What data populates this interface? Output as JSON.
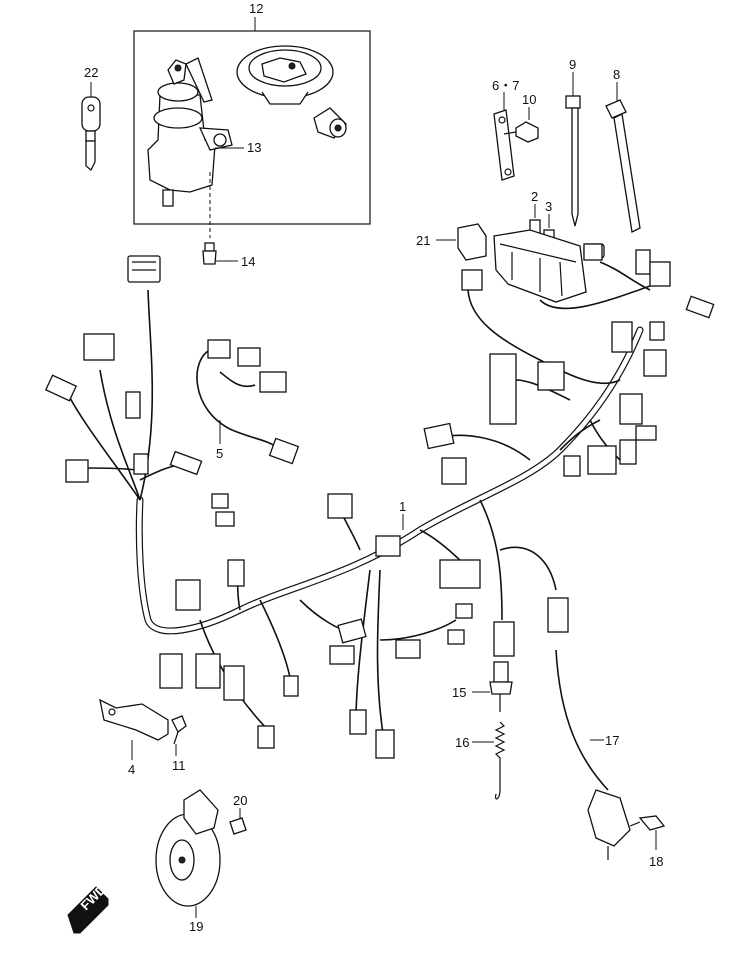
{
  "diagram": {
    "callouts": [
      {
        "id": "c1",
        "label": "1"
      },
      {
        "id": "c2",
        "label": "2"
      },
      {
        "id": "c3",
        "label": "3"
      },
      {
        "id": "c4",
        "label": "4"
      },
      {
        "id": "c5",
        "label": "5"
      },
      {
        "id": "c67",
        "label": "6・7"
      },
      {
        "id": "c8",
        "label": "8"
      },
      {
        "id": "c9",
        "label": "9"
      },
      {
        "id": "c10",
        "label": "10"
      },
      {
        "id": "c11",
        "label": "11"
      },
      {
        "id": "c12",
        "label": "12"
      },
      {
        "id": "c13",
        "label": "13"
      },
      {
        "id": "c14",
        "label": "14"
      },
      {
        "id": "c15",
        "label": "15"
      },
      {
        "id": "c16",
        "label": "16"
      },
      {
        "id": "c17",
        "label": "17"
      },
      {
        "id": "c18",
        "label": "18"
      },
      {
        "id": "c19",
        "label": "19"
      },
      {
        "id": "c20",
        "label": "20"
      },
      {
        "id": "c21",
        "label": "21"
      },
      {
        "id": "c22",
        "label": "22"
      }
    ],
    "direction_badge": "FWD"
  }
}
